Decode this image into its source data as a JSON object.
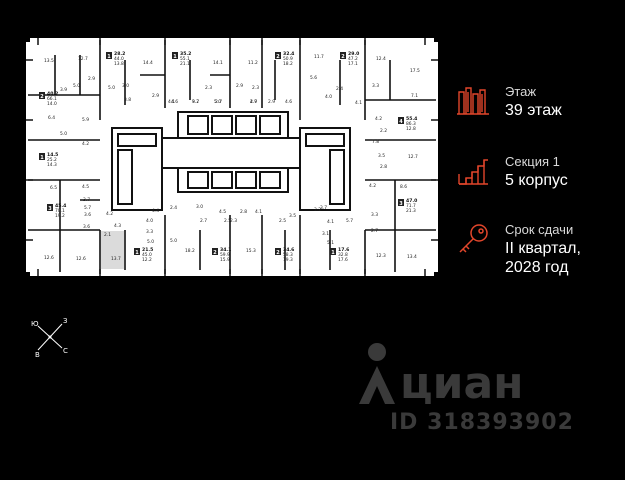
{
  "floor": {
    "caption": "Этаж",
    "value": "39 этаж",
    "icon": "floor-icon"
  },
  "section": {
    "caption": "Секция 1",
    "value": "5 корпус",
    "icon": "stairs-icon"
  },
  "deadline": {
    "caption": "Срок сдачи",
    "value_line1": "II квартал,",
    "value_line2": "2028 год",
    "icon": "key-icon"
  },
  "compass": {
    "n": "Ю",
    "e": "З",
    "w": "В",
    "s": "С"
  },
  "watermark": {
    "brand": "циан",
    "id": "ID 318393902"
  },
  "colors": {
    "accent": "#e2462b",
    "background": "#000000",
    "plan": "#ffffff",
    "watermark": "#3a3a3a"
  },
  "apartments": [
    {
      "rooms": "1",
      "area": "28.2",
      "living": "44.0",
      "kitchen": "13.8"
    },
    {
      "rooms": "1",
      "area": "35.2",
      "living": "55.1",
      "kitchen": "21.1"
    },
    {
      "rooms": "2",
      "area": "32.4",
      "living": "50.9",
      "kitchen": "18.2"
    },
    {
      "rooms": "2",
      "area": "29.0",
      "living": "47.2",
      "kitchen": "17.1"
    },
    {
      "rooms": "2",
      "area": "40.2",
      "living": "66.1",
      "kitchen": "14.0"
    },
    {
      "rooms": "1",
      "area": "14.5",
      "living": "25.2",
      "kitchen": "14.3"
    },
    {
      "rooms": "4",
      "area": "55.4",
      "living": "86.3",
      "kitchen": "12.8"
    },
    {
      "rooms": "3",
      "area": "45.4",
      "living": "70.1",
      "kitchen": "19.2"
    },
    {
      "rooms": "3",
      "area": "47.0",
      "living": "71.7",
      "kitchen": "21.3"
    },
    {
      "rooms": "1",
      "area": "21.5",
      "living": "45.0",
      "kitchen": "12.2"
    },
    {
      "rooms": "2",
      "area": "34.1",
      "living": "59.9",
      "kitchen": "15.9"
    },
    {
      "rooms": "2",
      "area": "34.6",
      "living": "58.3",
      "kitchen": "19.3"
    },
    {
      "rooms": "1",
      "area": "17.6",
      "living": "32.8",
      "kitchen": "17.6"
    }
  ],
  "room_labels": [
    "13.5",
    "12.7",
    "5.0",
    "3.9",
    "5.0",
    "2.9",
    "3.8",
    "14.4",
    "3.0",
    "2.9",
    "2.3",
    "14.1",
    "11.2",
    "2.9",
    "2.3",
    "11.7",
    "12.4",
    "17.5",
    "5.6",
    "4.0",
    "2.4",
    "3.3",
    "7.1",
    "6.4",
    "5.9",
    "5.0",
    "4.2",
    "4.1",
    "3.7",
    "2.7",
    "2.9",
    "4.1",
    "4.2",
    "2.2",
    "4.6",
    "9.2",
    "5.0",
    "2.7",
    "4.9",
    "4.6",
    "7.8",
    "6.5",
    "4.5",
    "4.2",
    "8.6",
    "12.7",
    "3.5",
    "2.8",
    "3.7",
    "5.7",
    "3.6",
    "4.2",
    "2.4",
    "3.2",
    "5.0",
    "3.7",
    "5.1",
    "4.1",
    "3.1",
    "5.7",
    "3.3",
    "12.6",
    "12.6",
    "13.7",
    "2.1",
    "4.0",
    "2.7",
    "2.5",
    "3.0",
    "4.5",
    "2.8",
    "4.1",
    "2.3",
    "2.5",
    "3.5",
    "4.4",
    "4.3",
    "5.0",
    "3.3",
    "18.2",
    "15.3",
    "12.3",
    "13.4",
    "3.6",
    "2.7"
  ]
}
